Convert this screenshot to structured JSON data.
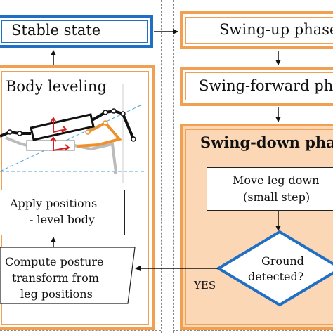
{
  "left_column": {
    "stable_state": "Stable state",
    "body_leveling": "Body leveling",
    "apply_positions_line1": "Apply positions",
    "apply_positions_line2": "- level body",
    "compute_line1": "Compute posture",
    "compute_line2": "transform from",
    "compute_line3": "leg positions"
  },
  "right_column": {
    "swing_up": "Swing-up phase",
    "swing_forward": "Swing-forward ph",
    "swing_down": "Swing-down pha",
    "move_leg_line1": "Move leg down",
    "move_leg_line2": "(small step)",
    "ground_line1": "Ground",
    "ground_line2": "detected?"
  },
  "labels": {
    "yes": "YES"
  },
  "colors": {
    "blue": "#1f6fc4",
    "orange": "#f0a050",
    "orange_fill": "#fbd7b5"
  }
}
